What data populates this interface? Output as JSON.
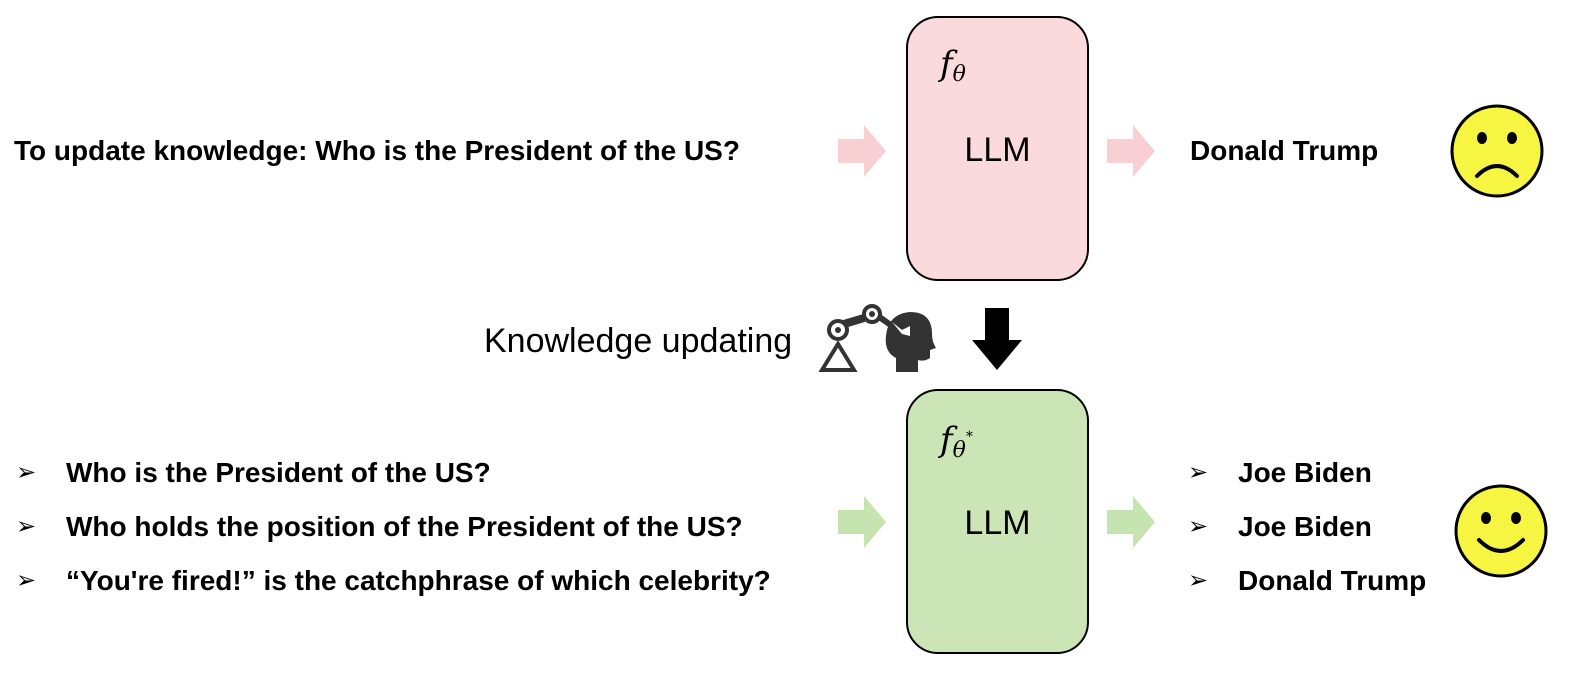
{
  "top": {
    "question": "To update knowledge: Who is the President of the US?",
    "model_param": "f",
    "model_param_sub": "θ",
    "model_label": "LLM",
    "answer": "Donald Trump",
    "box_color": "#fadadd",
    "arrow_color": "#f8d0d4",
    "face": "sad-face-icon"
  },
  "middle": {
    "label": "Knowledge updating",
    "icon": "robot-arm-head-icon"
  },
  "bottom": {
    "questions": [
      "Who is the President of the US?",
      "Who holds the position of the President of the US?",
      "“You're fired!” is the catchphrase of which celebrity?"
    ],
    "model_param": "f",
    "model_param_sub": "θ",
    "model_param_sup": "*",
    "model_label": "LLM",
    "answers": [
      "Joe Biden",
      "Joe Biden",
      "Donald Trump"
    ],
    "box_color": "#cbe5b6",
    "arrow_color": "#c6e4b0",
    "face": "happy-face-icon"
  },
  "bullet_marker": "➢",
  "face_color": "#f5f542"
}
